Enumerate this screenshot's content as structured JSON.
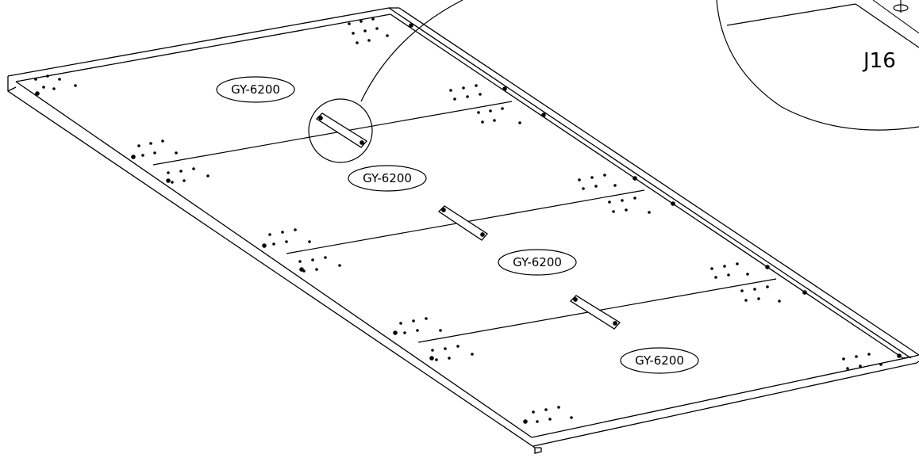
{
  "panels": [
    {
      "label": "GY-6200"
    },
    {
      "label": "GY-6200"
    },
    {
      "label": "GY-6200"
    },
    {
      "label": "GY-6200"
    }
  ],
  "connector_detail": {
    "label": "J16"
  }
}
